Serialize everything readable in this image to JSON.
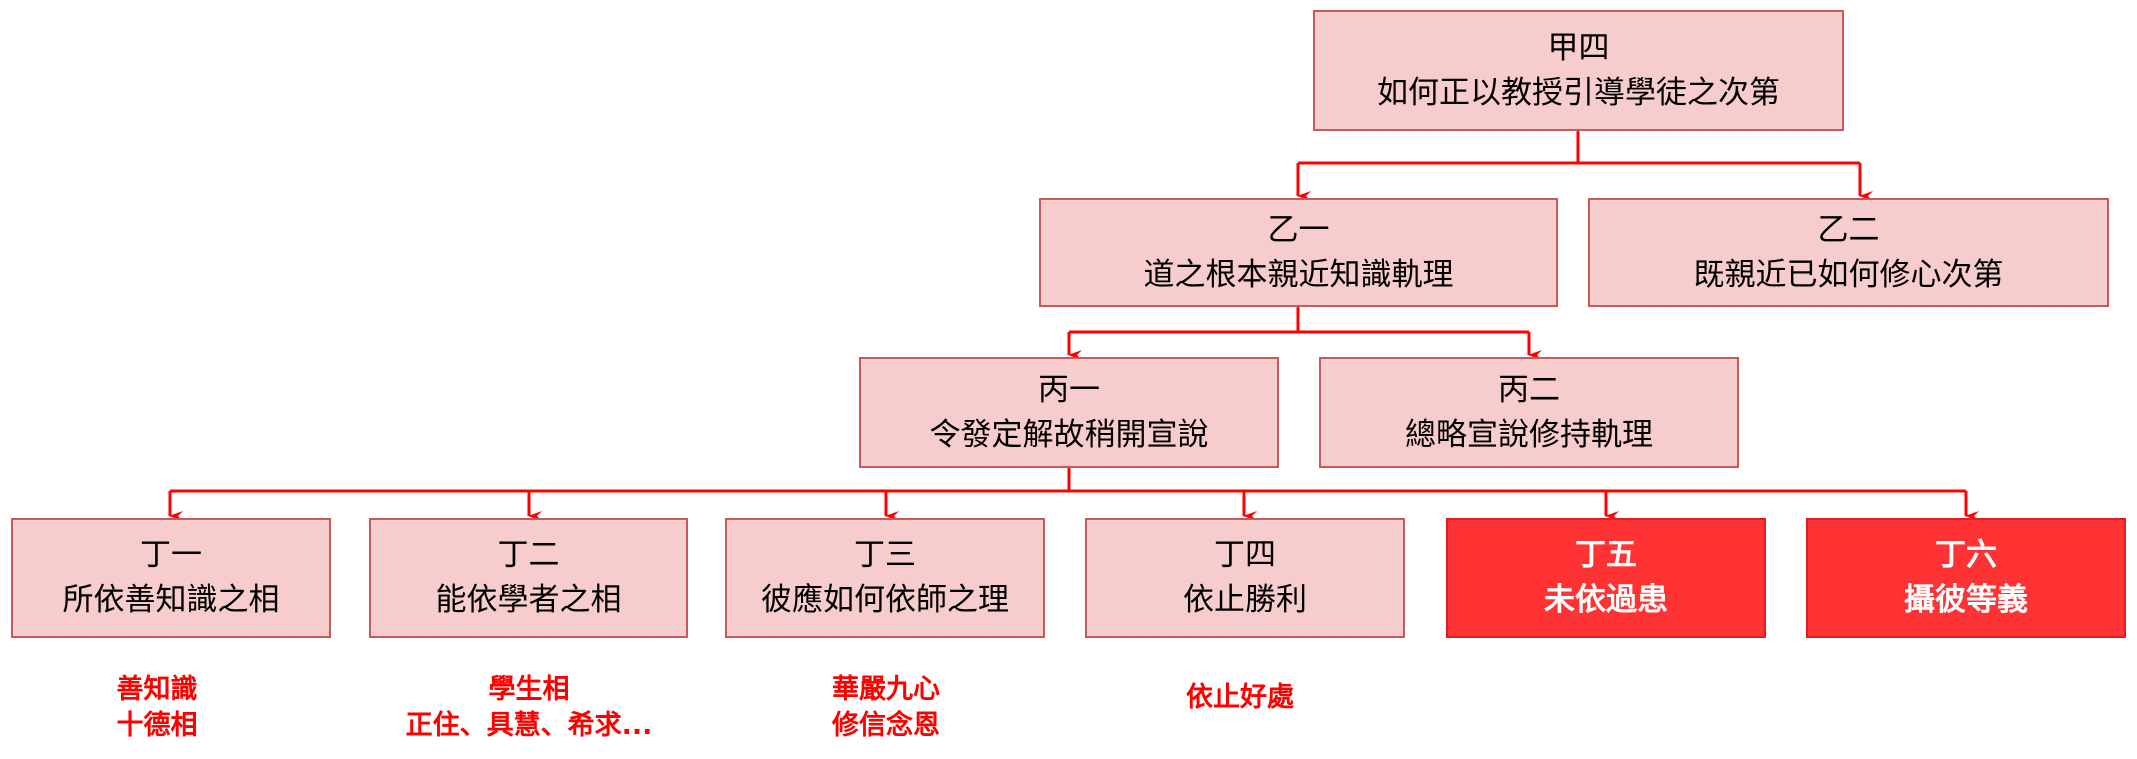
{
  "colors": {
    "box_fill": "#f6cccc",
    "box_border": "#c8595a",
    "highlight_fill": "#ff3333",
    "connector": "#ff0000",
    "note_text": "#ff0000"
  },
  "root": {
    "level": "甲四",
    "title": "如何正以教授引導學徒之次第"
  },
  "level2": [
    {
      "level": "乙一",
      "title": "道之根本親近知識軌理"
    },
    {
      "level": "乙二",
      "title": "既親近已如何修心次第"
    }
  ],
  "level3": [
    {
      "level": "丙一",
      "title": "令發定解故稍開宣說"
    },
    {
      "level": "丙二",
      "title": "總略宣說修持軌理"
    }
  ],
  "level4": [
    {
      "level": "丁一",
      "title": "所依善知識之相",
      "notes": [
        "善知識",
        "十德相"
      ]
    },
    {
      "level": "丁二",
      "title": "能依學者之相",
      "notes": [
        "學生相",
        "正住、具慧、希求..."
      ]
    },
    {
      "level": "丁三",
      "title": "彼應如何依師之理",
      "notes": [
        "華嚴九心",
        "修信念恩"
      ]
    },
    {
      "level": "丁四",
      "title": "依止勝利",
      "notes": [
        "依止好處"
      ]
    },
    {
      "level": "丁五",
      "title": "未依過患",
      "highlighted": true
    },
    {
      "level": "丁六",
      "title": "攝彼等義",
      "highlighted": true
    }
  ]
}
